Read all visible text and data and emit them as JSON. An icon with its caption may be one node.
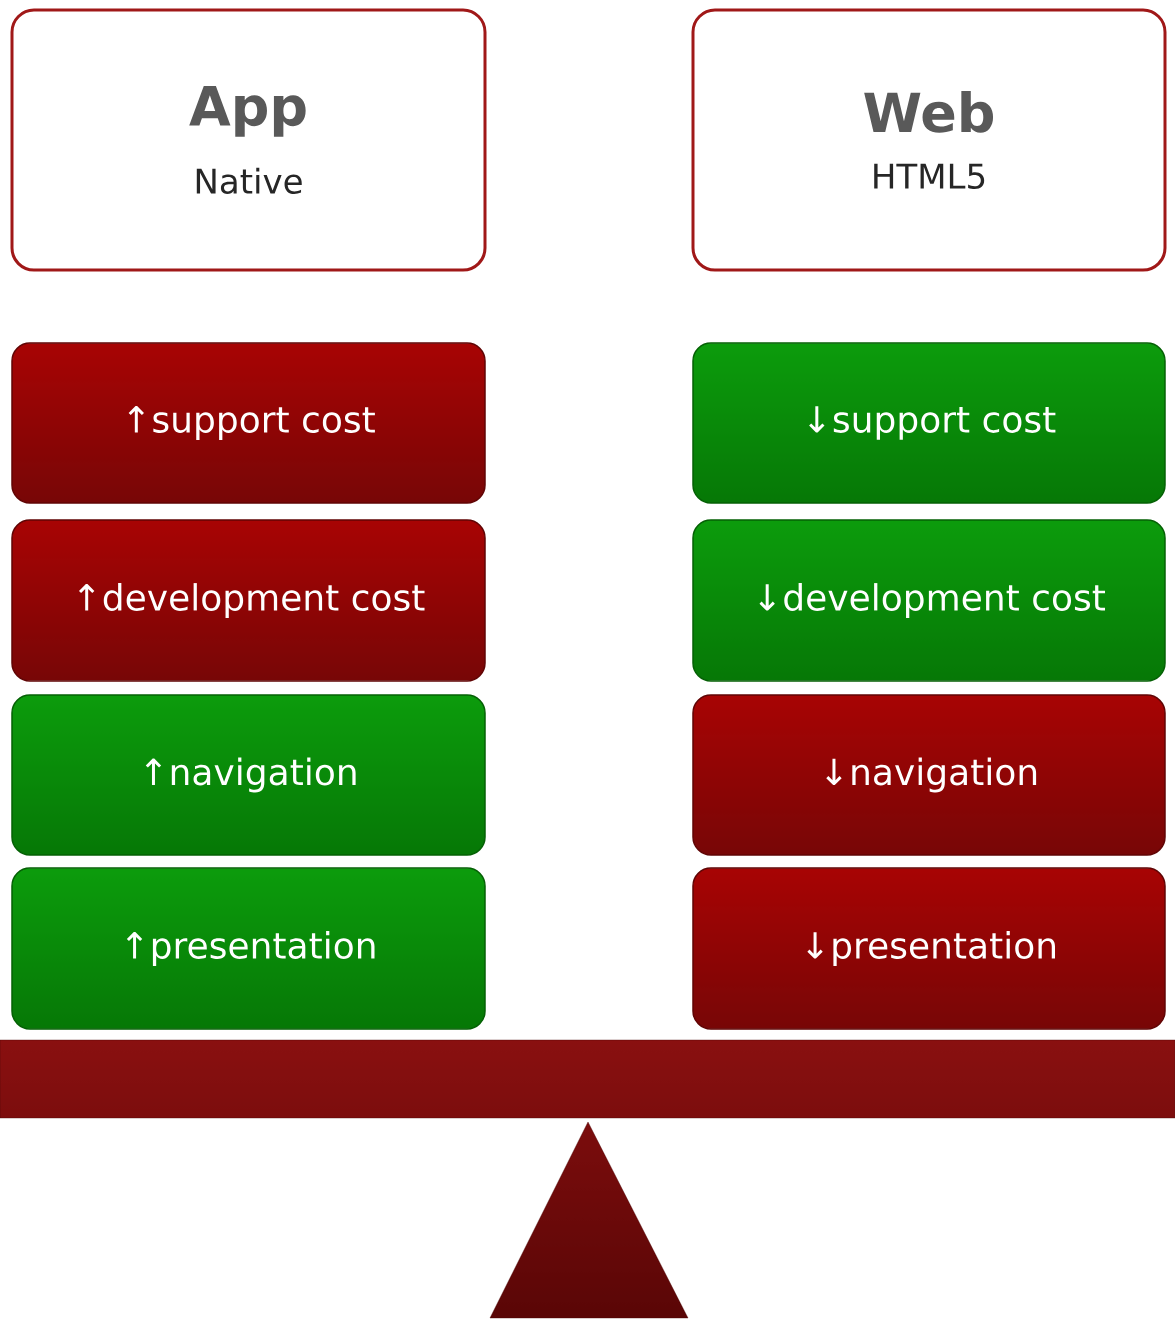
{
  "diagram": {
    "nodes": [
      {
        "text": [
          "App",
          "Native"
        ]
      },
      {
        "text": [
          "Web",
          "HTML5"
        ]
      },
      {
        "text": [
          "↑support cost"
        ]
      },
      {
        "text": [
          "↓support cost"
        ]
      },
      {
        "text": [
          "↑development cost"
        ]
      },
      {
        "text": [
          "↓development cost"
        ]
      },
      {
        "text": [
          "↑navigation"
        ]
      },
      {
        "text": [
          "↓navigation"
        ]
      },
      {
        "text": [
          "↑presentation"
        ]
      },
      {
        "text": [
          "↓presentation"
        ]
      }
    ]
  }
}
